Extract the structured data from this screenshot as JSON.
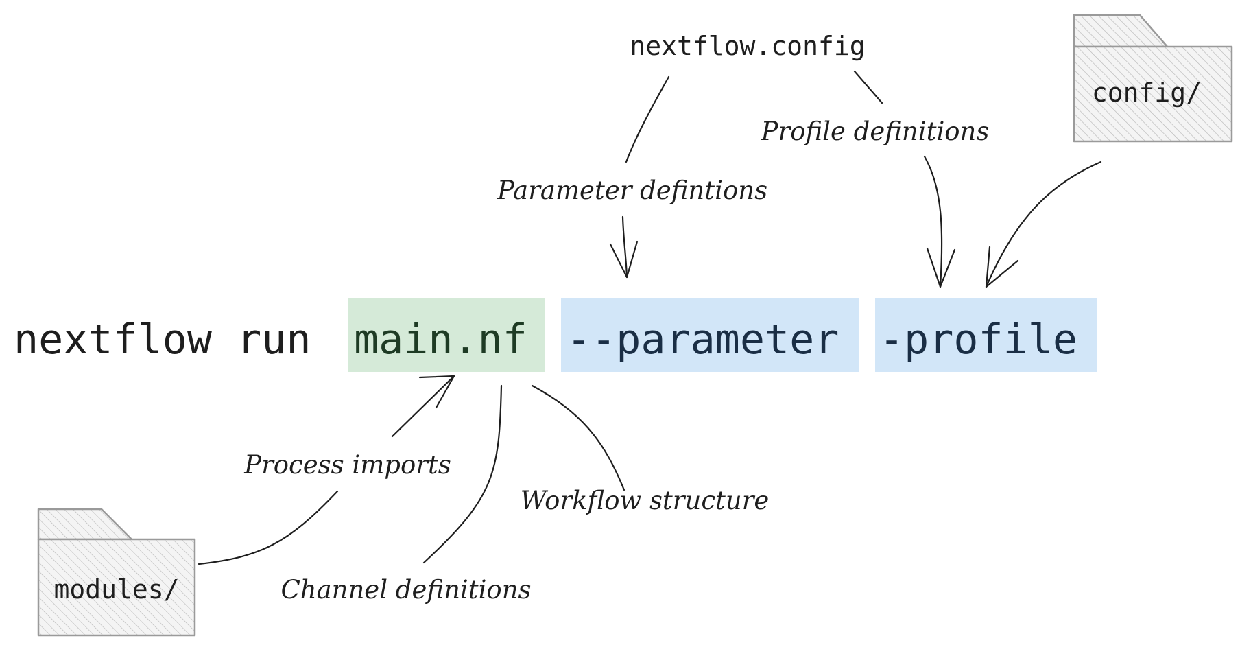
{
  "command": {
    "prefix": "nextflow run",
    "script": "main.nf",
    "parameter": "--parameter",
    "profile": "-profile"
  },
  "sources": {
    "config_file": "nextflow.config",
    "config_dir": "config/",
    "modules_dir": "modules/"
  },
  "annotations": {
    "parameter_definitions": "Parameter defintions",
    "profile_definitions": "Profile definitions",
    "process_imports": "Process imports",
    "workflow_structure": "Workflow structure",
    "channel_definitions": "Channel definitions"
  },
  "colors": {
    "script_highlight": "#d5ead8",
    "option_highlight": "#d2e6f8",
    "text": "#1e1e1e",
    "folder_stroke": "#9a9a9a"
  }
}
